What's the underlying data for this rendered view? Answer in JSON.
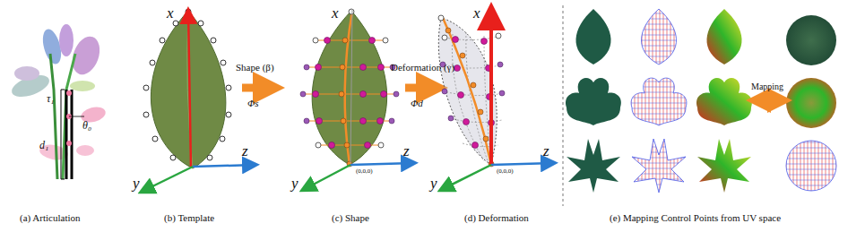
{
  "diagram": {
    "labels": [
      "τ₁",
      "θ₀",
      "d₁",
      "(a)  Articulation",
      "x",
      "y",
      "z",
      "(b) Template",
      "Shape (β)",
      "Φs",
      "x",
      "(0,0,0)",
      "z",
      "y",
      "(c) Shape",
      "Deformation (γ)",
      "Φd",
      "x",
      "(0,0,0)",
      "z",
      "y",
      "(d) Deformation",
      "Mapping",
      "(e) Mapping Control Points from UV space"
    ]
  }
}
